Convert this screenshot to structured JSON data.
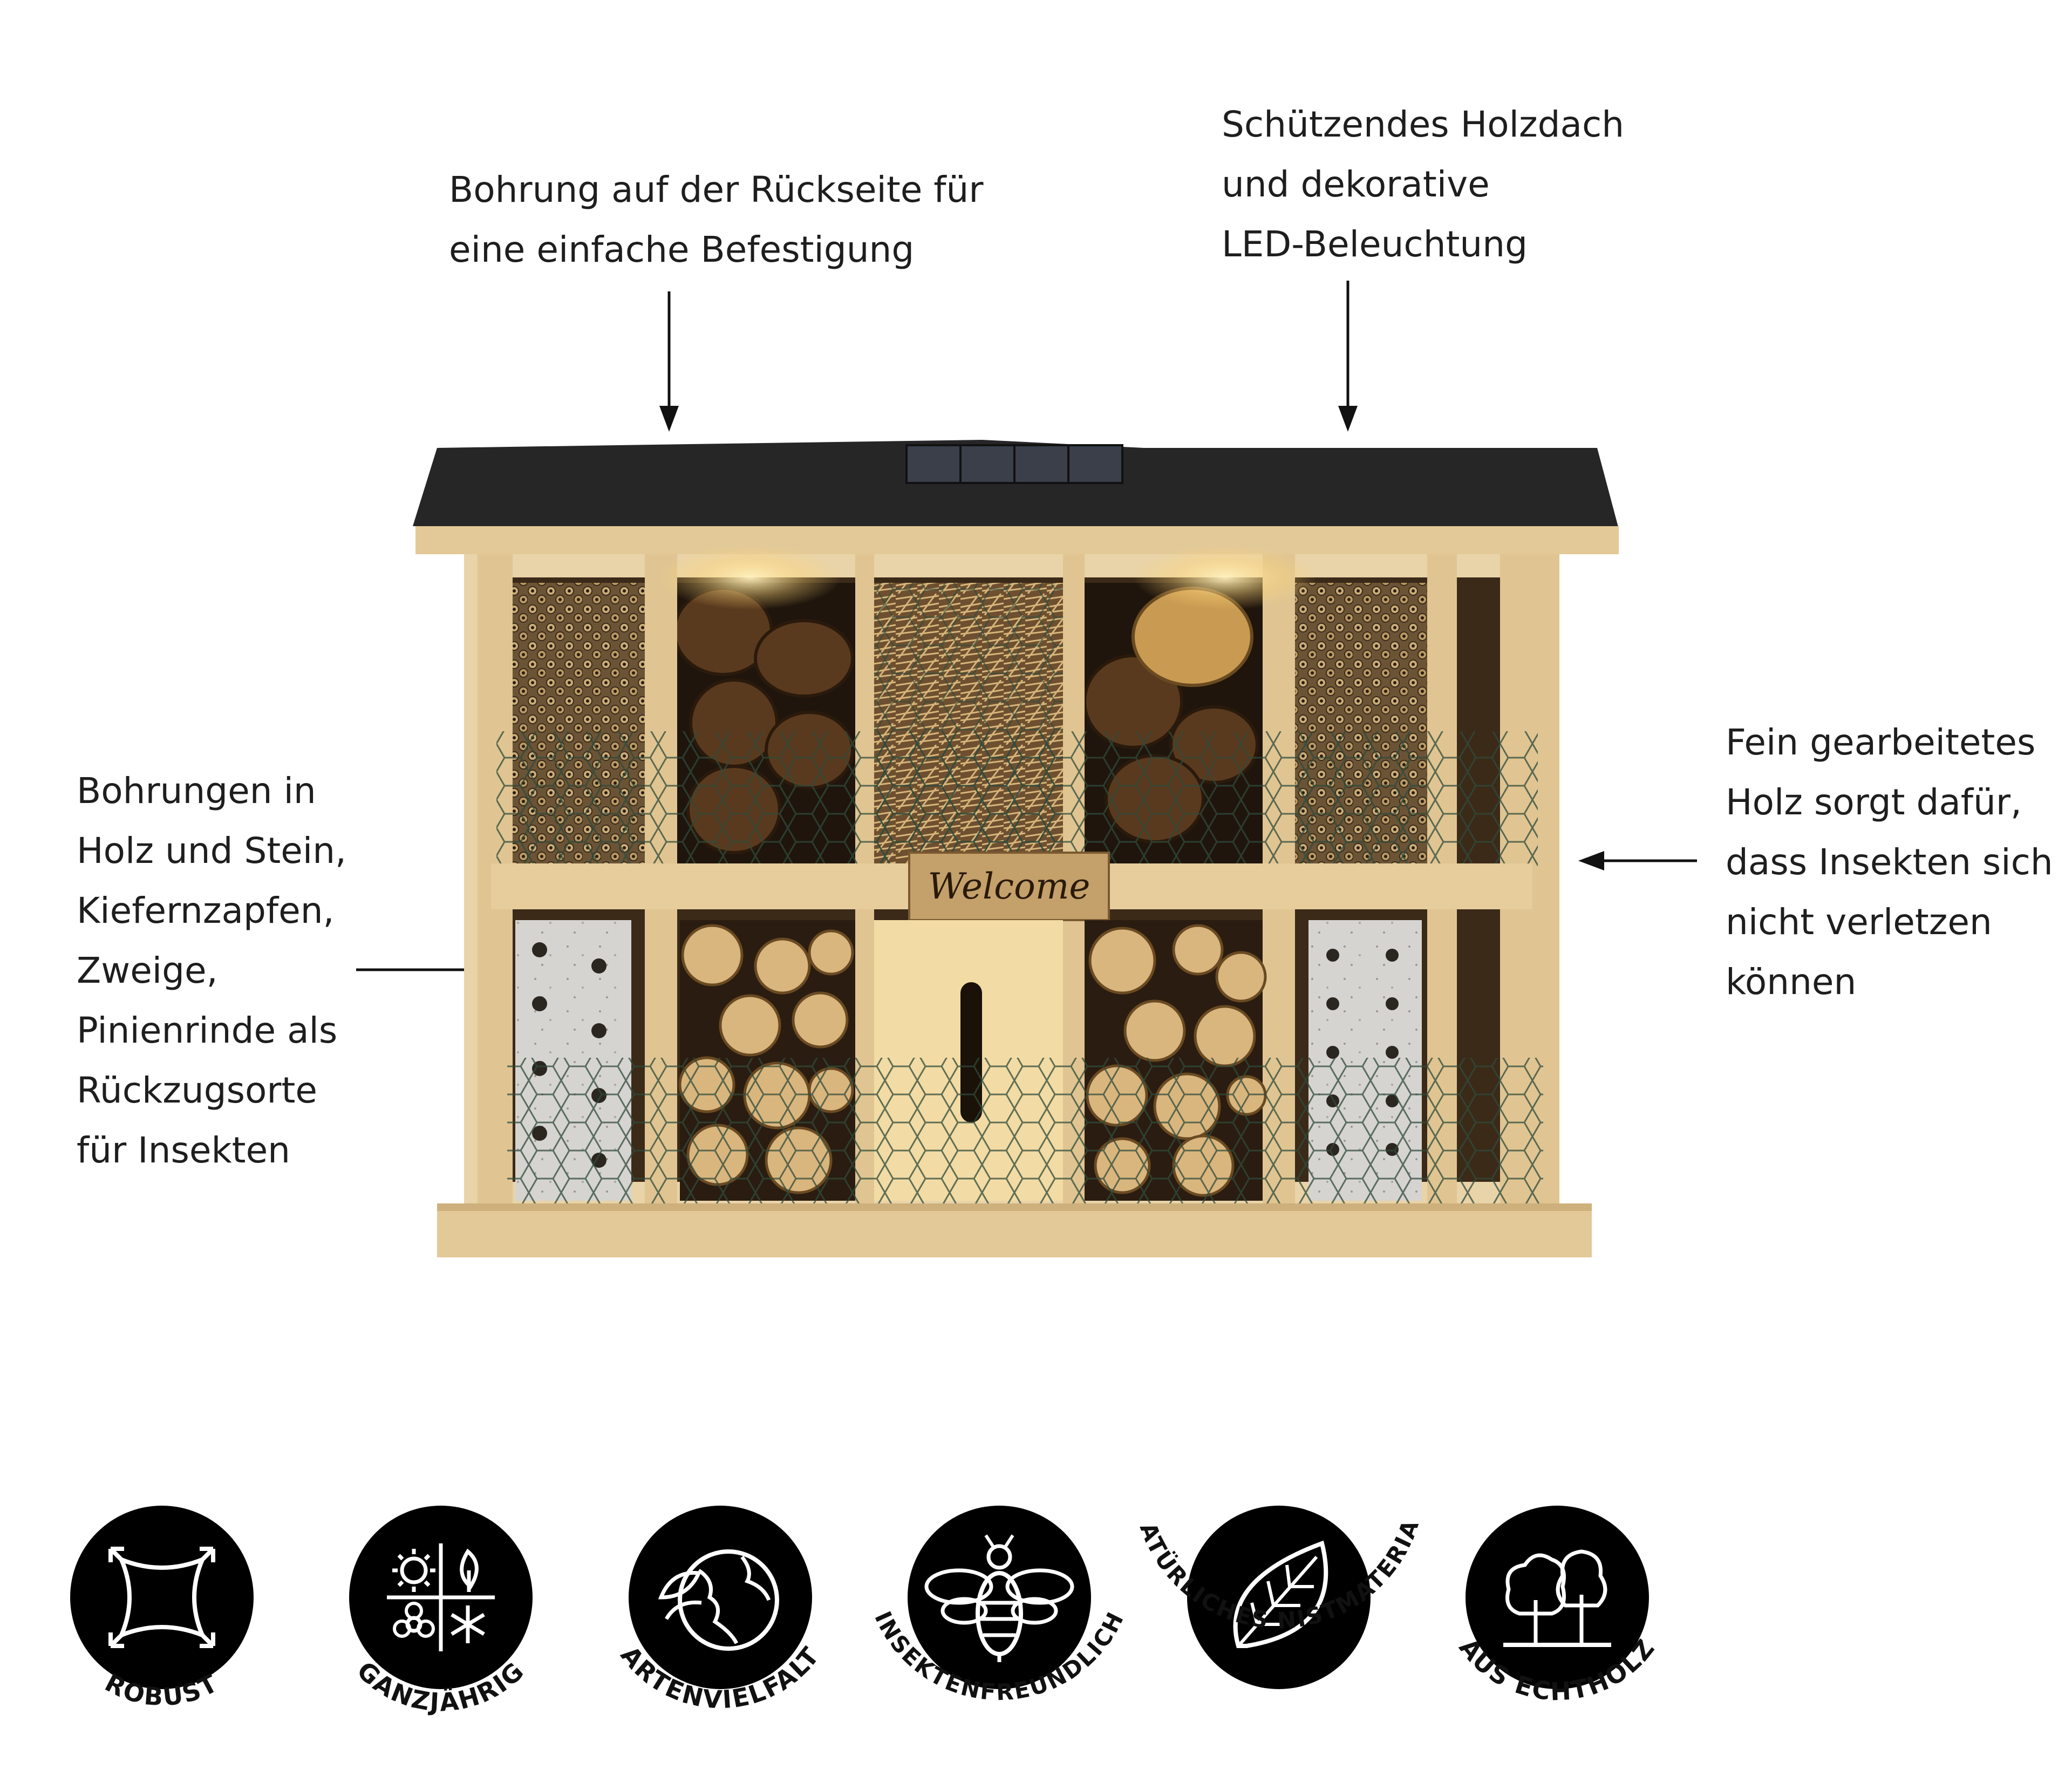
{
  "callouts": {
    "top_left": [
      "Bohrung auf der Rückseite für",
      "eine einfache Befestigung"
    ],
    "top_right": [
      "Schützendes Holzdach",
      "und dekorative",
      "LED-Beleuchtung"
    ],
    "left": [
      "Bohrungen in",
      "Holz und Stein,",
      "Kiefernzapfen,",
      "Zweige,",
      "Pinienrinde als",
      "Rückzugsorte",
      "für Insekten"
    ],
    "right": [
      "Fein gearbeitetes",
      "Holz sorgt dafür,",
      "dass Insekten sich",
      "nicht verletzen",
      "können"
    ]
  },
  "sign": {
    "text": "Welcome"
  },
  "badges": [
    {
      "label": "ROBUST",
      "icon": "robust-square-arrows-icon"
    },
    {
      "label": "GANZJÄHRIG",
      "icon": "four-seasons-icon"
    },
    {
      "label": "ARTENVIELFALT",
      "icon": "globe-leaf-icon"
    },
    {
      "label": "INSEKTENFREUNDLICH",
      "icon": "bee-icon"
    },
    {
      "label": "NATÜRLICHES NISTMATERIAL",
      "icon": "leaf-icon"
    },
    {
      "label": "AUS ECHTHOLZ",
      "icon": "trees-icon"
    }
  ],
  "colors": {
    "wood_light": "#e9d3a8",
    "wood_frame": "#d9bd8c",
    "roof": "#262626",
    "led_glow": "#ffd77a",
    "icon_disc": "#000000"
  }
}
